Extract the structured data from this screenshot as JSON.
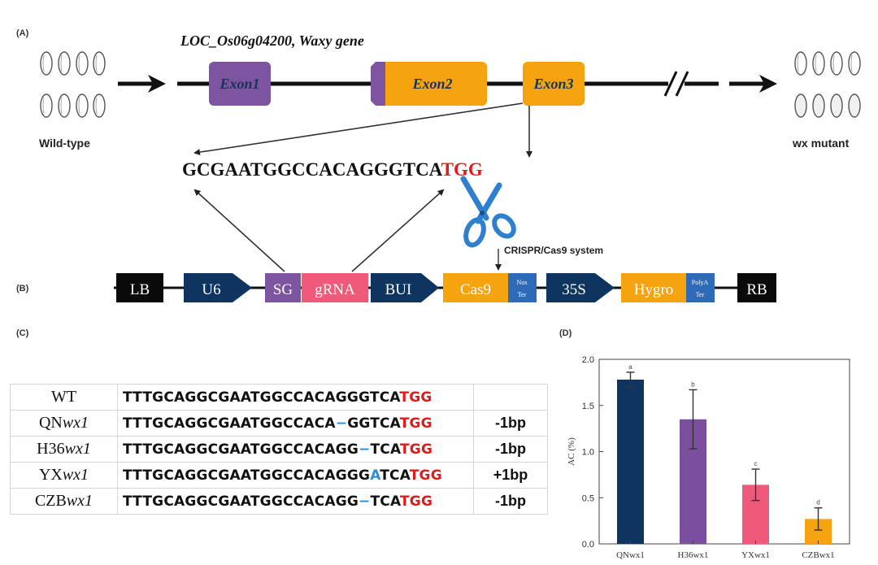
{
  "panels": {
    "a_label": "(A)",
    "b_label": "(B)",
    "c_label": "(C)",
    "d_label": "(D)"
  },
  "gene": {
    "title": "LOC_Os06g04200, Waxy gene",
    "exons": [
      "Exon1",
      "Exon2",
      "Exon3"
    ],
    "wild_type_label": "Wild-type",
    "mutant_label": "wx mutant",
    "target_seq_main": "GCGAATGGCCACAGGGTCA",
    "target_seq_pam": "TGG",
    "crispr_label": "CRISPR/Cas9 system"
  },
  "construct": {
    "LB": "LB",
    "U6": "U6",
    "SG": "SG",
    "gRNA": "gRNA",
    "BUI": "BUI",
    "Cas9": "Cas9",
    "nos_a": "Nos",
    "nos_b": "Ter",
    "p35S": "35S",
    "Hygro": "Hygro",
    "polya_a": "PolyA",
    "polya_b": "Ter",
    "RB": "RB"
  },
  "table": {
    "rows": [
      {
        "prefix": "WT",
        "suffix": "",
        "seq": [
          "TTTGCAGGCGAATGGCCACAGGGTCA",
          "",
          "",
          "TGG"
        ],
        "change": ""
      },
      {
        "prefix": "QN",
        "suffix": "wx1",
        "seq": [
          "TTTGCAGGCGAATGGCCACA",
          "−",
          "GGTCA",
          "TGG"
        ],
        "change": "-1bp"
      },
      {
        "prefix": "H36",
        "suffix": "wx1",
        "seq": [
          "TTTGCAGGCGAATGGCCACAGG",
          "−",
          "TCA",
          "TGG"
        ],
        "change": "-1bp"
      },
      {
        "prefix": "YX",
        "suffix": "wx1",
        "seq": [
          "TTTGCAGGCGAATGGCCACAGGG",
          "A",
          "TCA",
          "TGG"
        ],
        "change": "+1bp"
      },
      {
        "prefix": "CZB",
        "suffix": "wx1",
        "seq": [
          "TTTGCAGGCGAATGGCCACAGG",
          "−",
          "TCA",
          "TGG"
        ],
        "change": "-1bp"
      }
    ]
  },
  "chart_data": {
    "type": "bar",
    "categories": [
      "QNwx1",
      "H36wx1",
      "YXwx1",
      "CZBwx1"
    ],
    "values": [
      1.78,
      1.35,
      0.64,
      0.27
    ],
    "errors": [
      0.08,
      0.32,
      0.17,
      0.12
    ],
    "letters": [
      "a",
      "b",
      "c",
      "d"
    ],
    "colors": [
      "#0e3460",
      "#7a4f9e",
      "#ef5a7a",
      "#f5a30f"
    ],
    "ylabel": "AC (%)",
    "ylim": [
      0,
      2.0
    ],
    "yticks": [
      "0.0",
      "0.5",
      "1.0",
      "1.5",
      "2.0"
    ]
  }
}
